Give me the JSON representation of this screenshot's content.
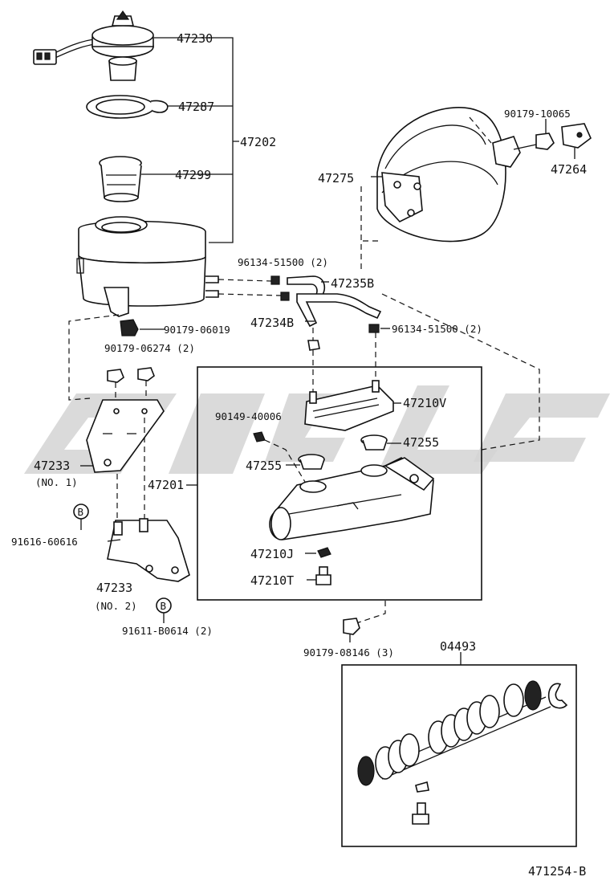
{
  "diagram": {
    "ref_code": "471254-B",
    "labels": {
      "p47230": "47230",
      "p47287": "47287",
      "p47202": "47202",
      "p47299": "47299",
      "p90179_10065": "90179-10065",
      "p47264": "47264",
      "p47275": "47275",
      "p96134_51500_a": "96134-51500 (2)",
      "p47235b": "47235B",
      "p47234b": "47234B",
      "p96134_51500_b": "96134-51500 (2)",
      "p90179_06019": "90179-06019",
      "p90179_06274": "90179-06274 (2)",
      "p47210v": "47210V",
      "p90149_40006": "90149-40006",
      "p47255_a": "47255",
      "p47255_b": "47255",
      "p47233_1": "47233",
      "p47233_1_note": "(NO. 1)",
      "p47201": "47201",
      "p91616_60616": "91616-60616",
      "p47210j": "47210J",
      "p47210t": "47210T",
      "p47233_2": "47233",
      "p47233_2_note": "(NO. 2)",
      "p91611_b0614": "91611-B0614 (2)",
      "p90179_08146": "90179-08146 (3)",
      "p04493": "04493",
      "marker_b1": "B",
      "marker_b2": "B"
    }
  }
}
